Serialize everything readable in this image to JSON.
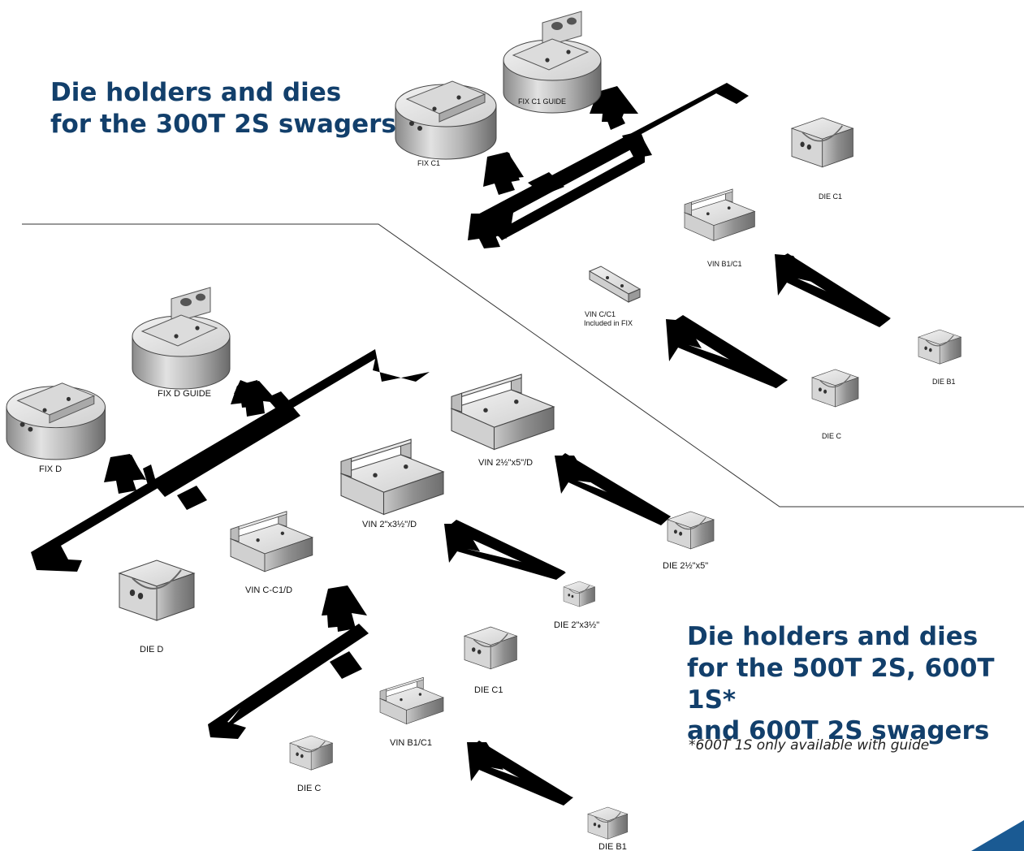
{
  "colors": {
    "heading": "#123f6b",
    "track": "#000000",
    "metal_light": "#e6e6e6",
    "metal_dark": "#9a9a9a",
    "accent": "#1a5a93"
  },
  "heading_300t": {
    "line1": "Die holders and dies",
    "line2": "for the 300T 2S swagers"
  },
  "heading_500t": {
    "line1": "Die holders and dies",
    "line2": "for the 500T 2S, 600T 1S*",
    "line3": "and 600T 2S swagers"
  },
  "footnote": "*600T 1S only available with guide",
  "parts_300t": {
    "fix_c1_guide": "FIX C1 GUIDE",
    "fix_c1": "FIX C1",
    "die_c1": "DIE C1",
    "vin_b1_c1": "VIN B1/C1",
    "vin_c_c1": "VIN C/C1",
    "vin_c_c1_note": "Included in FIX",
    "die_b1": "DIE B1",
    "die_c": "DIE C"
  },
  "parts_500t": {
    "fix_d_guide": "FIX D GUIDE",
    "fix_d": "FIX D",
    "vin_2_5x5_d": "VIN 2½\"x5\"/D",
    "vin_2x3_5_d": "VIN 2\"x3½\"/D",
    "die_2_5x5": "DIE 2½\"x5\"",
    "vin_c_c1_d": "VIN C-C1/D",
    "die_2x3_5": "DIE 2\"x3½\"",
    "die_d": "DIE D",
    "die_c1": "DIE C1",
    "vin_b1_c1": "VIN B1/C1",
    "die_c": "DIE C",
    "die_b1": "DIE B1"
  }
}
